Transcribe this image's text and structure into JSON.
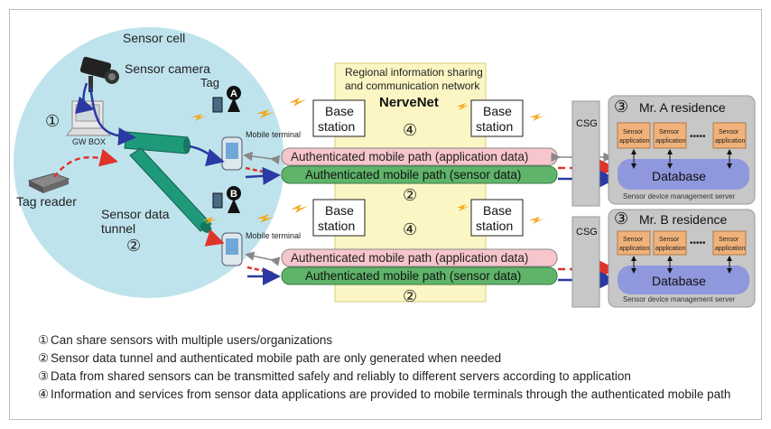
{
  "sensor_cell": {
    "title": "Sensor cell",
    "camera_label": "Sensor camera",
    "tag_label": "Tag",
    "tag_a": "A",
    "tag_b": "B",
    "gw_box": "GW BOX",
    "tag_reader": "Tag reader",
    "tunnel_line1": "Sensor data",
    "tunnel_line2": "tunnel",
    "mobile_terminal": "Mobile terminal",
    "num1": "①",
    "num2": "②"
  },
  "network": {
    "title_line1": "Regional information sharing",
    "title_line2": "and communication network",
    "name": "NerveNet",
    "base_station_line1": "Base",
    "base_station_line2": "station",
    "num4": "④",
    "num2": "②"
  },
  "paths": {
    "application": "Authenticated mobile path (application data)",
    "sensor": "Authenticated mobile path (sensor data)"
  },
  "residences": [
    {
      "num": "③",
      "name": "Mr. A residence",
      "csg": "CSG",
      "app_line1": "Sensor",
      "app_line2": "application",
      "dots": "•••••",
      "db": "Database",
      "server": "Sensor device management server"
    },
    {
      "num": "③",
      "name": "Mr. B residence",
      "csg": "CSG",
      "app_line1": "Sensor",
      "app_line2": "application",
      "dots": "•••••",
      "db": "Database",
      "server": "Sensor device management server"
    }
  ],
  "notes": [
    {
      "num": "①",
      "text": "Can share sensors with multiple users/organizations"
    },
    {
      "num": "②",
      "text": "Sensor data tunnel and authenticated mobile path are only generated when needed"
    },
    {
      "num": "③",
      "text": "Data from shared sensors can be transmitted safely and reliably to different servers according to application"
    },
    {
      "num": "④",
      "text": "Information and services from sensor data applications are provided to mobile terminals through the authenticated mobile path"
    }
  ],
  "colors": {
    "cell": "#bfe3ec",
    "network": "#fbf6c4",
    "app_path": "#f7c5cc",
    "sensor_path": "#5fb46a",
    "tunnel": "#1e9a7a",
    "server_box": "#c7c7c7",
    "sensor_app": "#f0b27a",
    "database": "#8f97dd",
    "arrow_blue": "#2b3aa3",
    "arrow_red": "#e0332a",
    "lightning": "#f4a81b"
  }
}
